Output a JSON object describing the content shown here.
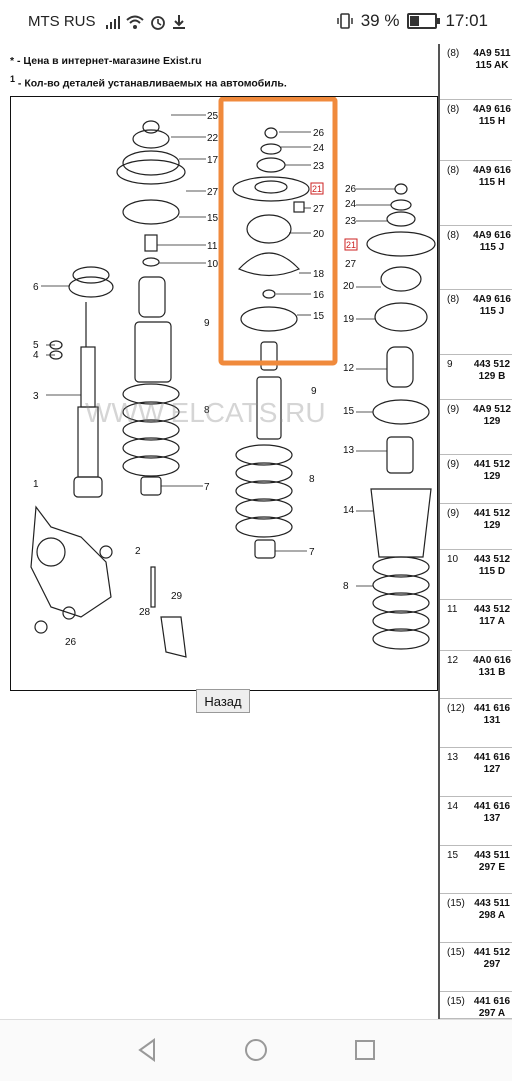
{
  "status_bar": {
    "carrier": "MTS RUS",
    "battery_percent": "39 %",
    "battery_level": 0.39,
    "time": "17:01"
  },
  "notes": {
    "line1_mark": "*",
    "line1": " - Цена в интернет-магазине Exist.ru",
    "line2_mark": "1",
    "line2": " - Кол-во деталей устанавливаемых на автомобиль."
  },
  "diagram": {
    "watermark": "WWW.ELCATS.RU",
    "callouts": [
      "25",
      "22",
      "17",
      "27",
      "15",
      "11",
      "10",
      "6",
      "9",
      "5",
      "4",
      "3",
      "8",
      "7",
      "1",
      "2",
      "28",
      "29",
      "26",
      "26",
      "24",
      "23",
      "21",
      "27",
      "20",
      "18",
      "16",
      "15",
      "9",
      "8",
      "7",
      "26",
      "24",
      "23",
      "21",
      "27",
      "20",
      "19",
      "12",
      "15",
      "13",
      "14",
      "8"
    ]
  },
  "back_button": "Назад",
  "parts": [
    {
      "num": "(8)",
      "code_l1": "4A9 511",
      "code_l2": "115 AK"
    },
    {
      "num": "(8)",
      "code_l1": "4A9 616",
      "code_l2": "115 H"
    },
    {
      "num": "(8)",
      "code_l1": "4A9 616",
      "code_l2": "115 H"
    },
    {
      "num": "(8)",
      "code_l1": "4A9 616",
      "code_l2": "115 J"
    },
    {
      "num": "(8)",
      "code_l1": "4A9 616",
      "code_l2": "115 J"
    },
    {
      "num": "9",
      "code_l1": "443 512",
      "code_l2": "129 B"
    },
    {
      "num": "(9)",
      "code_l1": "4A9 512",
      "code_l2": "129"
    },
    {
      "num": "(9)",
      "code_l1": "441 512",
      "code_l2": "129"
    },
    {
      "num": "(9)",
      "code_l1": "441 512",
      "code_l2": "129"
    },
    {
      "num": "10",
      "code_l1": "443 512",
      "code_l2": "115 D"
    },
    {
      "num": "11",
      "code_l1": "443 512",
      "code_l2": "117 A"
    },
    {
      "num": "12",
      "code_l1": "4A0 616",
      "code_l2": "131 B"
    },
    {
      "num": "(12)",
      "code_l1": "441 616",
      "code_l2": "131"
    },
    {
      "num": "13",
      "code_l1": "441 616",
      "code_l2": "127"
    },
    {
      "num": "14",
      "code_l1": "441 616",
      "code_l2": "137"
    },
    {
      "num": "15",
      "code_l1": "443 511",
      "code_l2": "297 E"
    },
    {
      "num": "(15)",
      "code_l1": "443 511",
      "code_l2": "298 A"
    },
    {
      "num": "(15)",
      "code_l1": "441 512",
      "code_l2": "297"
    },
    {
      "num": "(15)",
      "code_l1": "441 616",
      "code_l2": "297 A"
    }
  ],
  "colors": {
    "highlight": "#F08A3C",
    "diagram_red": "#cc2222"
  },
  "nav_icons": [
    "back-icon",
    "home-icon",
    "recents-icon"
  ]
}
